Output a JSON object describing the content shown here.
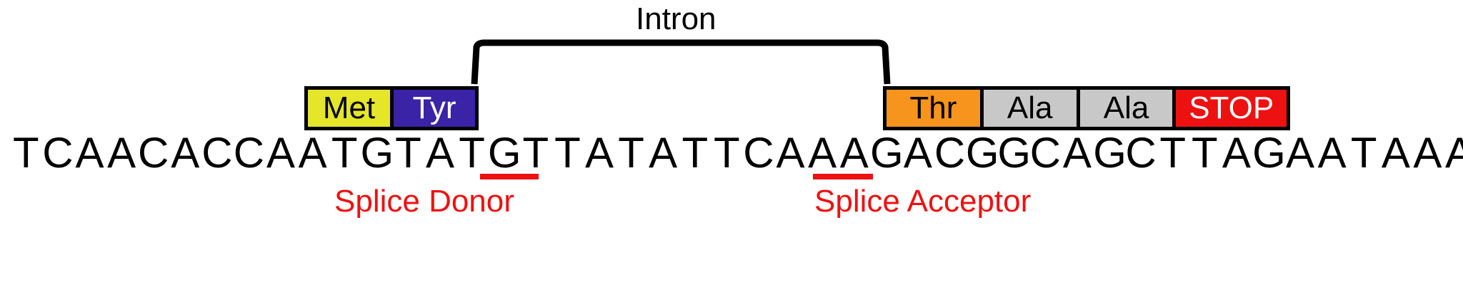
{
  "intron_label": "Intron",
  "sequence": "TCAACACCAATGTATGTTATATTCAAAGACGGCAGCTTAGAATAAA",
  "codons_left": [
    {
      "label": "Met",
      "color": "#e5e52a",
      "text_color": "#000000"
    },
    {
      "label": "Tyr",
      "color": "#3a23a6",
      "text_color": "#ffffff"
    }
  ],
  "codons_right": [
    {
      "label": "Thr",
      "color": "#f6941d",
      "text_color": "#000000"
    },
    {
      "label": "Ala",
      "color": "#c8c8c8",
      "text_color": "#000000"
    },
    {
      "label": "Ala",
      "color": "#c8c8c8",
      "text_color": "#000000"
    },
    {
      "label": "STOP",
      "color": "#ee1111",
      "text_color": "#ffffff"
    }
  ],
  "splice_donor_label": "Splice Donor",
  "splice_acceptor_label": "Splice Acceptor",
  "accent_red": "#ee1111"
}
